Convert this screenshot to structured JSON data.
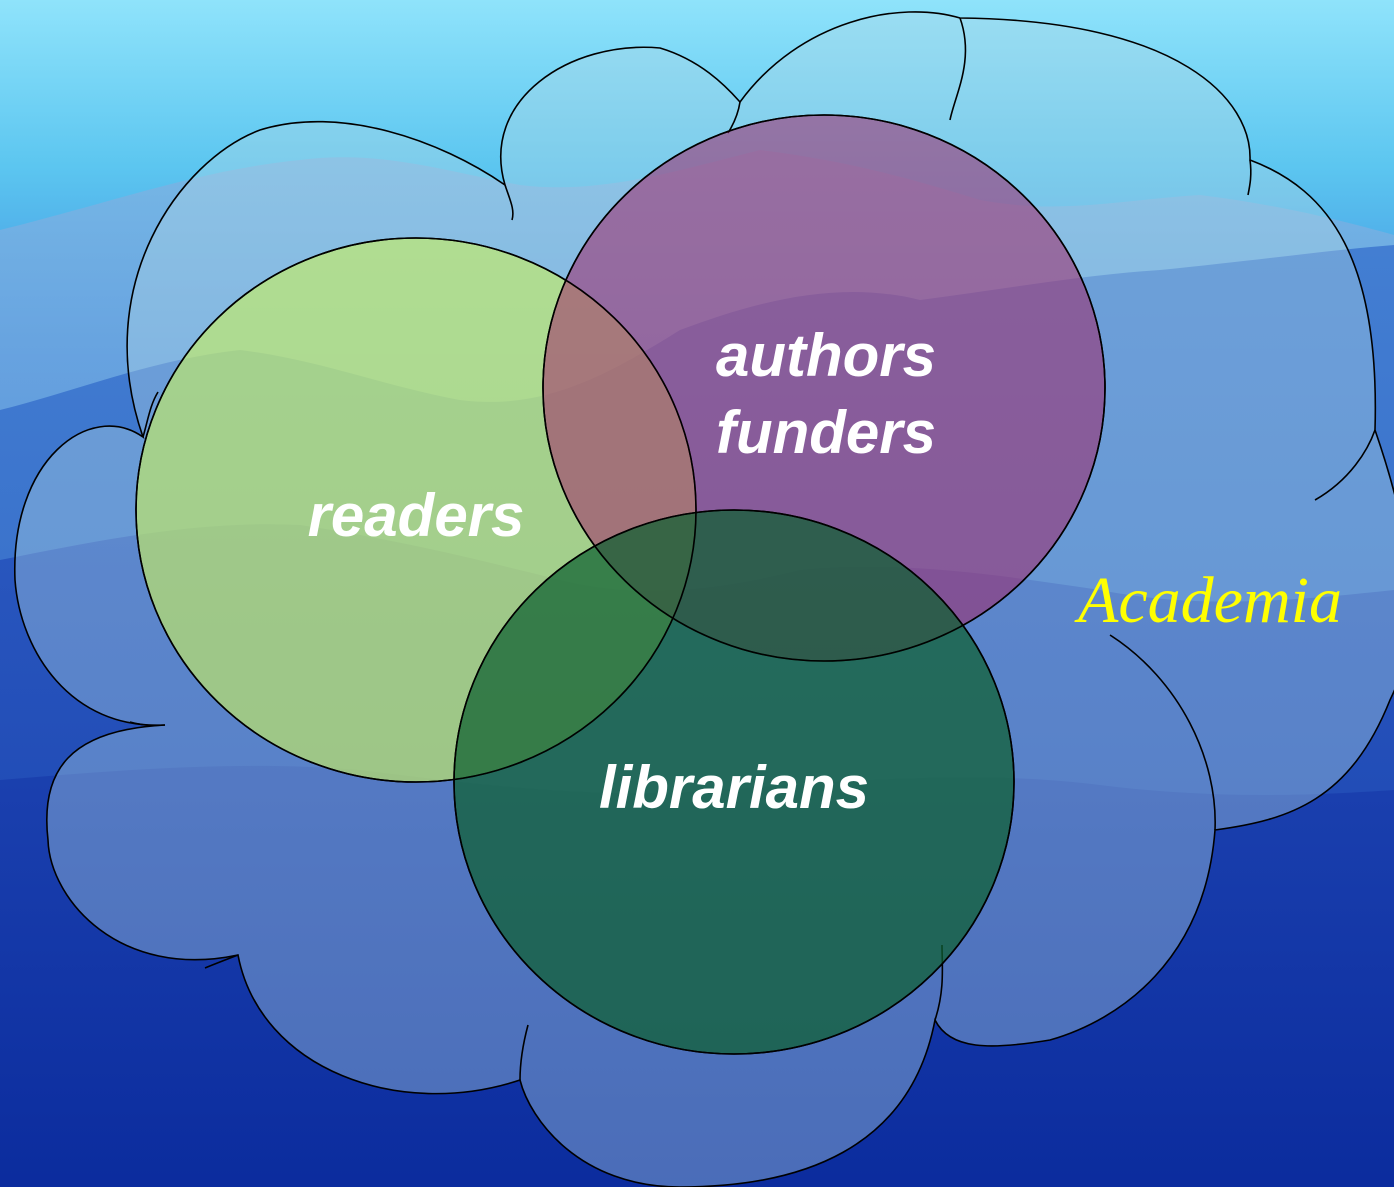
{
  "diagram": {
    "cloud_label": "Academia",
    "cloud_label_color": "#ffff00",
    "sets": [
      {
        "id": "readers",
        "lines": [
          "readers"
        ],
        "fill": "#c8f060"
      },
      {
        "id": "authors-funders",
        "lines": [
          "authors",
          "funders"
        ],
        "fill": "#a02860"
      },
      {
        "id": "librarians",
        "lines": [
          "librarians"
        ],
        "fill": "#0e5e32"
      }
    ]
  },
  "colors": {
    "sky_top": "#90e4fa",
    "sky_bottom": "#0a2fa8",
    "cloud_fill": "#9ec8dc",
    "outline": "#000000",
    "label_text": "#ffffff"
  }
}
